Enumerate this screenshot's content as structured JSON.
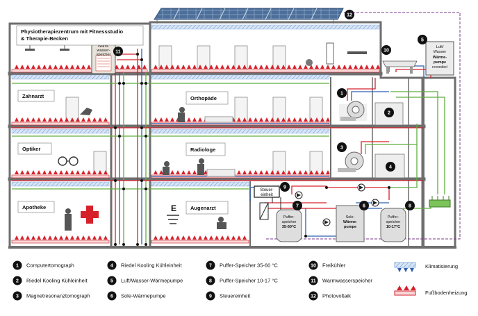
{
  "building": {
    "title_line1": "Physiotherapiezentrum mit Fitnessstudio",
    "title_line2": "& Therapie-Becken",
    "rooms": {
      "zahnarzt": "Zahnarzt",
      "orthopaede": "Orthopäde",
      "optiker": "Optiker",
      "radiologe": "Radiologe",
      "apotheke": "Apotheke",
      "augenarzt": "Augenarzt"
    }
  },
  "equipment": {
    "warmwasser_l1": "Warm-",
    "warmwasser_l2": "wasser-",
    "warmwasser_l3": "speicher",
    "luft_l1": "Luft/",
    "luft_l2": "Wasser",
    "luft_l3": "Wärme-",
    "luft_l4": "pumpe",
    "luft_l5": "reversibel",
    "steuer_l1": "Steuer-",
    "steuer_l2": "einheit",
    "puffer1_l1": "Puffer-",
    "puffer1_l2": "speicher",
    "puffer1_l3": "35-60°C",
    "sole_l1": "Sole-",
    "sole_l2": "Wärme-",
    "sole_l3": "pumpe",
    "puffer2_l1": "Puffer-",
    "puffer2_l2": "speicher",
    "puffer2_l3": "10-17°C"
  },
  "markers": [
    "1",
    "2",
    "3",
    "4",
    "5",
    "6",
    "7",
    "8",
    "9",
    "10",
    "11",
    "12"
  ],
  "legend": {
    "items": [
      {
        "num": "1",
        "label": "Computertomograph"
      },
      {
        "num": "2",
        "label": "Riedel Kooling Kühleinheit"
      },
      {
        "num": "3",
        "label": "Magnetresonanztomograph"
      },
      {
        "num": "4",
        "label": "Riedel Kooling Kühleinheit"
      },
      {
        "num": "5",
        "label": "Luft/Wasser-Wärmepumpe"
      },
      {
        "num": "6",
        "label": "Sole-Wärmepumpe"
      },
      {
        "num": "7",
        "label": "Puffer-Speicher 35-60 °C"
      },
      {
        "num": "8",
        "label": "Puffer-Speicher 10-17 °C"
      },
      {
        "num": "9",
        "label": "Steuereinheit"
      },
      {
        "num": "10",
        "label": "Freikühler"
      },
      {
        "num": "11",
        "label": "Warmwasserspeicher"
      },
      {
        "num": "12",
        "label": "Photovoltaik"
      }
    ],
    "klimatisierung": "Klimatisierung",
    "fussboden": "Fußbodenheizung"
  },
  "colors": {
    "red": "#d6202a",
    "blue": "#2f5fb0",
    "green": "#5fae3c",
    "wall": "#6e6e6e",
    "purple": "#7a3a8a"
  }
}
